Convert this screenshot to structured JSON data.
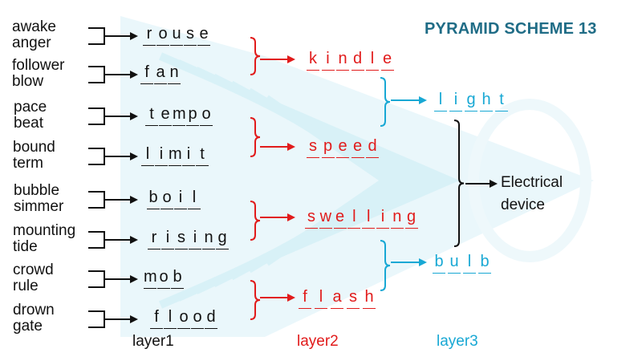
{
  "title": "PYRAMID SCHEME 13",
  "colors": {
    "title": "#1f6c86",
    "layer1": "#111111",
    "layer2": "#e11b1b",
    "layer3": "#18a8d4",
    "watermark": "#d8f1f7"
  },
  "clue_pairs": [
    {
      "a": "awake",
      "b": "anger"
    },
    {
      "a": "follower",
      "b": "blow"
    },
    {
      "a": "pace",
      "b": "beat"
    },
    {
      "a": "bound",
      "b": "term"
    },
    {
      "a": "bubble",
      "b": "simmer"
    },
    {
      "a": "mounting",
      "b": "tide"
    },
    {
      "a": "crowd",
      "b": "rule"
    },
    {
      "a": "drown",
      "b": "gate"
    }
  ],
  "layer1_words": [
    "rouse",
    "fan",
    "tempo",
    "limit",
    "boil",
    "rising",
    "mob",
    "flood"
  ],
  "layer2_words": [
    "kindle",
    "speed",
    "swelling",
    "flash"
  ],
  "layer3_words": [
    "light",
    "bulb"
  ],
  "final_answer": [
    "Electrical",
    "device"
  ],
  "layer_labels": [
    "layer1",
    "layer2",
    "layer3"
  ]
}
